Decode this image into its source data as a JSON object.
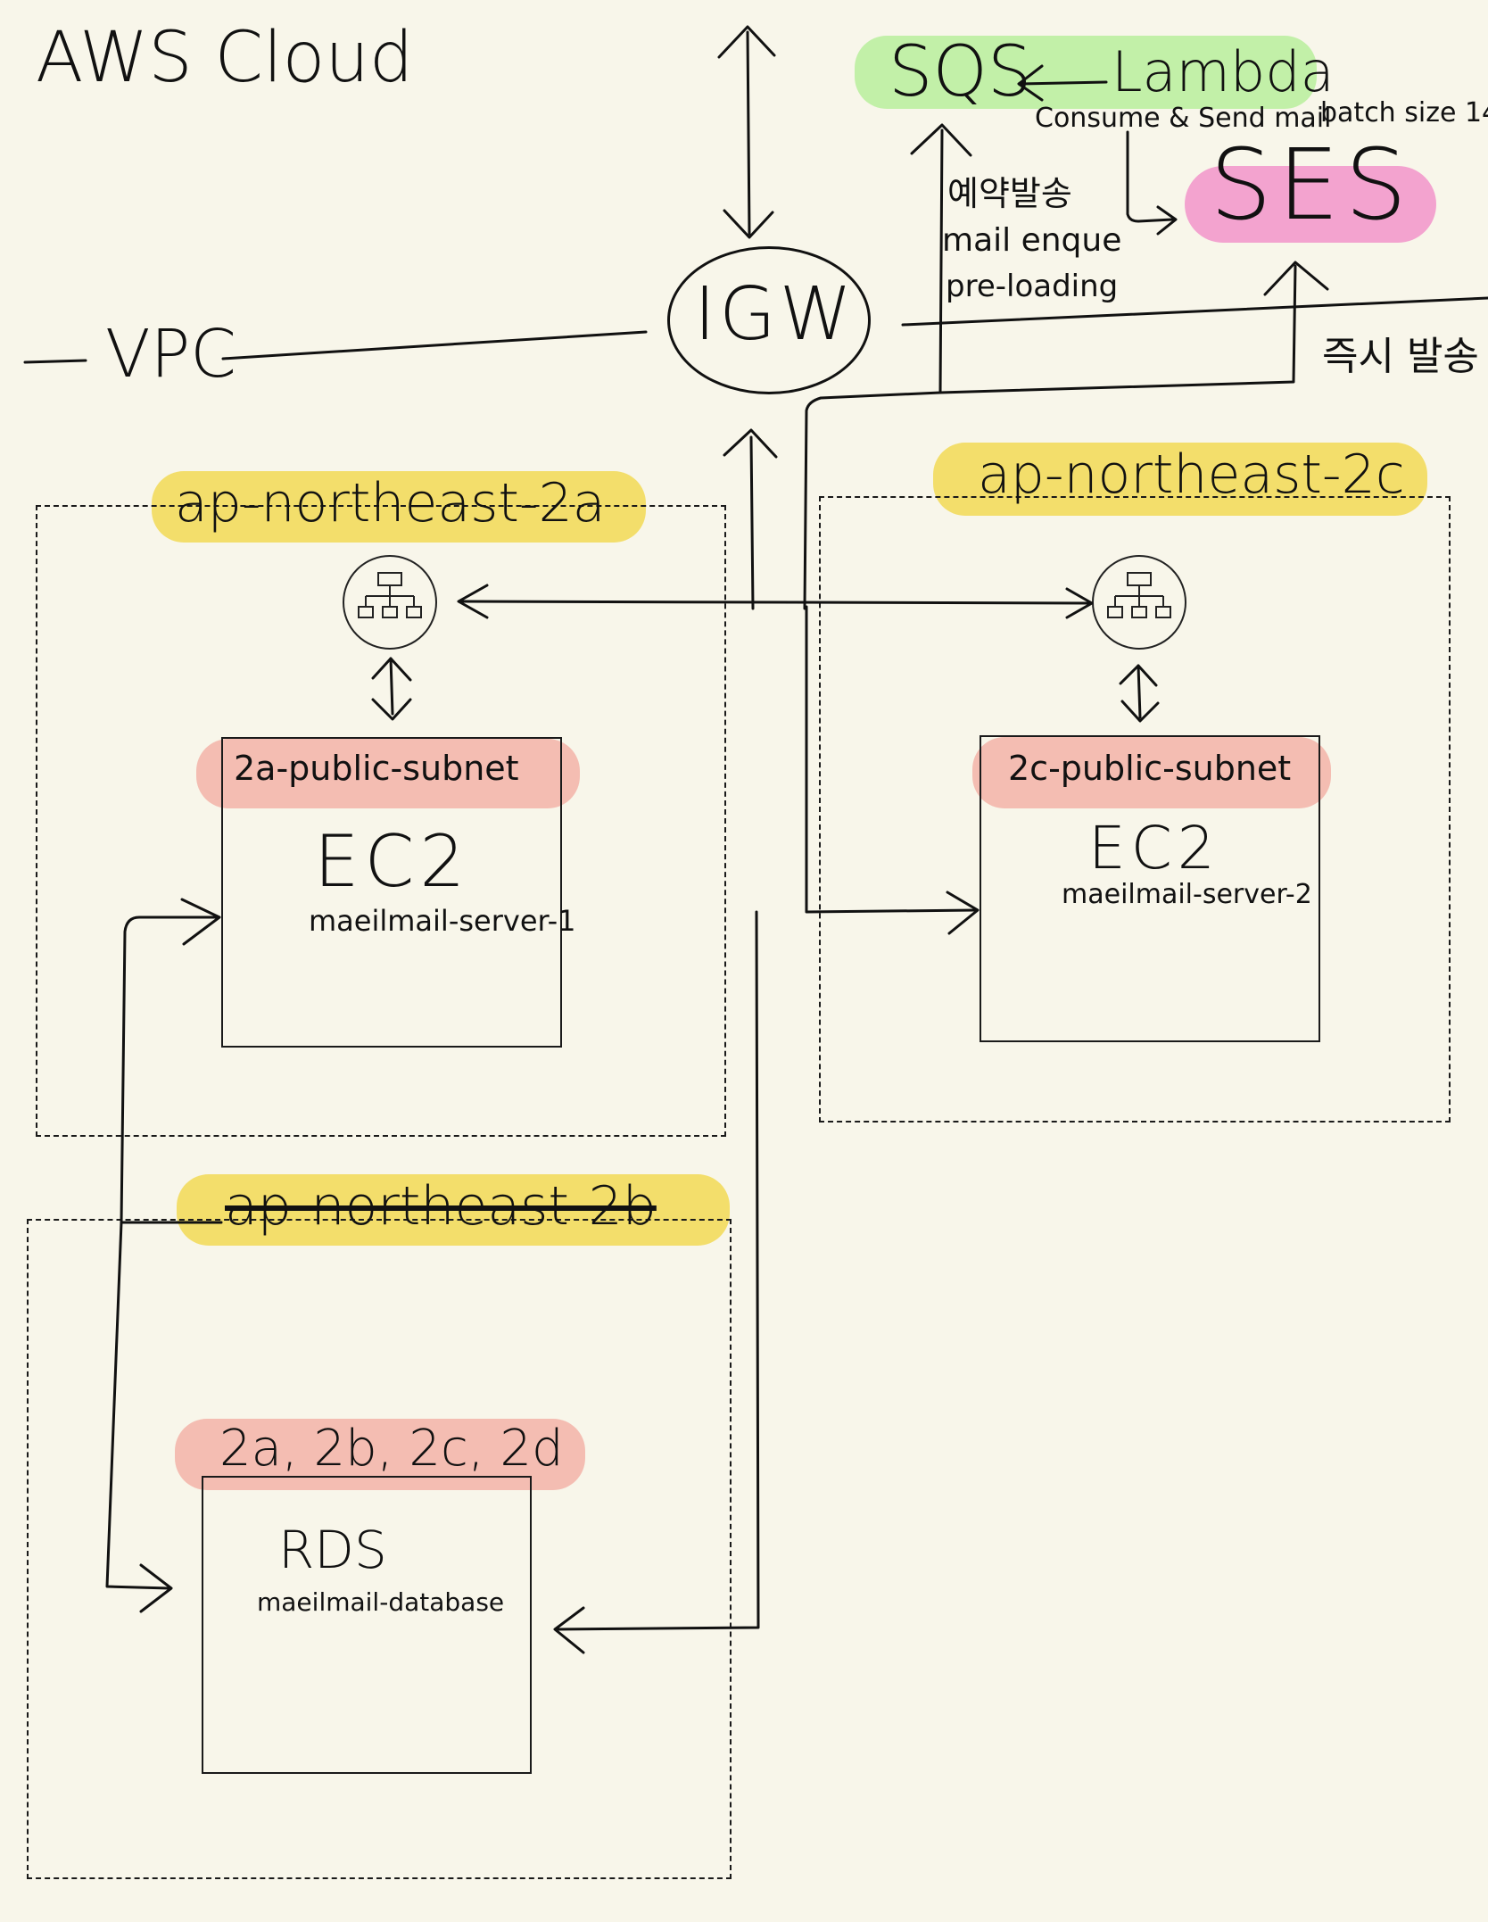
{
  "title": "AWS Cloud",
  "vpc_label": "VPC",
  "igw_label": "IGW",
  "sqs_label": "SQS",
  "lambda_label": "Lambda",
  "ses_label": "SES",
  "lambda_note": "Consume & Send mail",
  "batch_note": "batch size 14.",
  "reserved_send_lines": [
    "예약발송",
    "mail enque",
    "pre-loading"
  ],
  "immediate_send": "즉시 발송",
  "zones": {
    "az_2a": "ap-northeast-2a",
    "az_2c": "ap-northeast-2c",
    "az_2b": "ap-northeast-2b"
  },
  "subnets": {
    "subnet_2a": "2a-public-subnet",
    "subnet_2c": "2c-public-subnet",
    "rds_azs": "2a, 2b, 2c, 2d"
  },
  "servers": {
    "ec2_1_title": "EC2",
    "ec2_1_name": "maeilmail-server-1",
    "ec2_2_title": "EC2",
    "ec2_2_name": "maeilmail-server-2",
    "rds_title": "RDS",
    "rds_name": "maeilmail-database"
  },
  "colors": {
    "sqs_green": "#c2f0a8",
    "ses_pink": "#f3a3cf",
    "az_yellow": "#f3de6b",
    "subnet_salmon": "#f4bdb2",
    "ink": "#111111",
    "paper": "#f8f6ea"
  },
  "icons": {
    "load_balancer": "load-balancer-hierarchy-icon"
  }
}
